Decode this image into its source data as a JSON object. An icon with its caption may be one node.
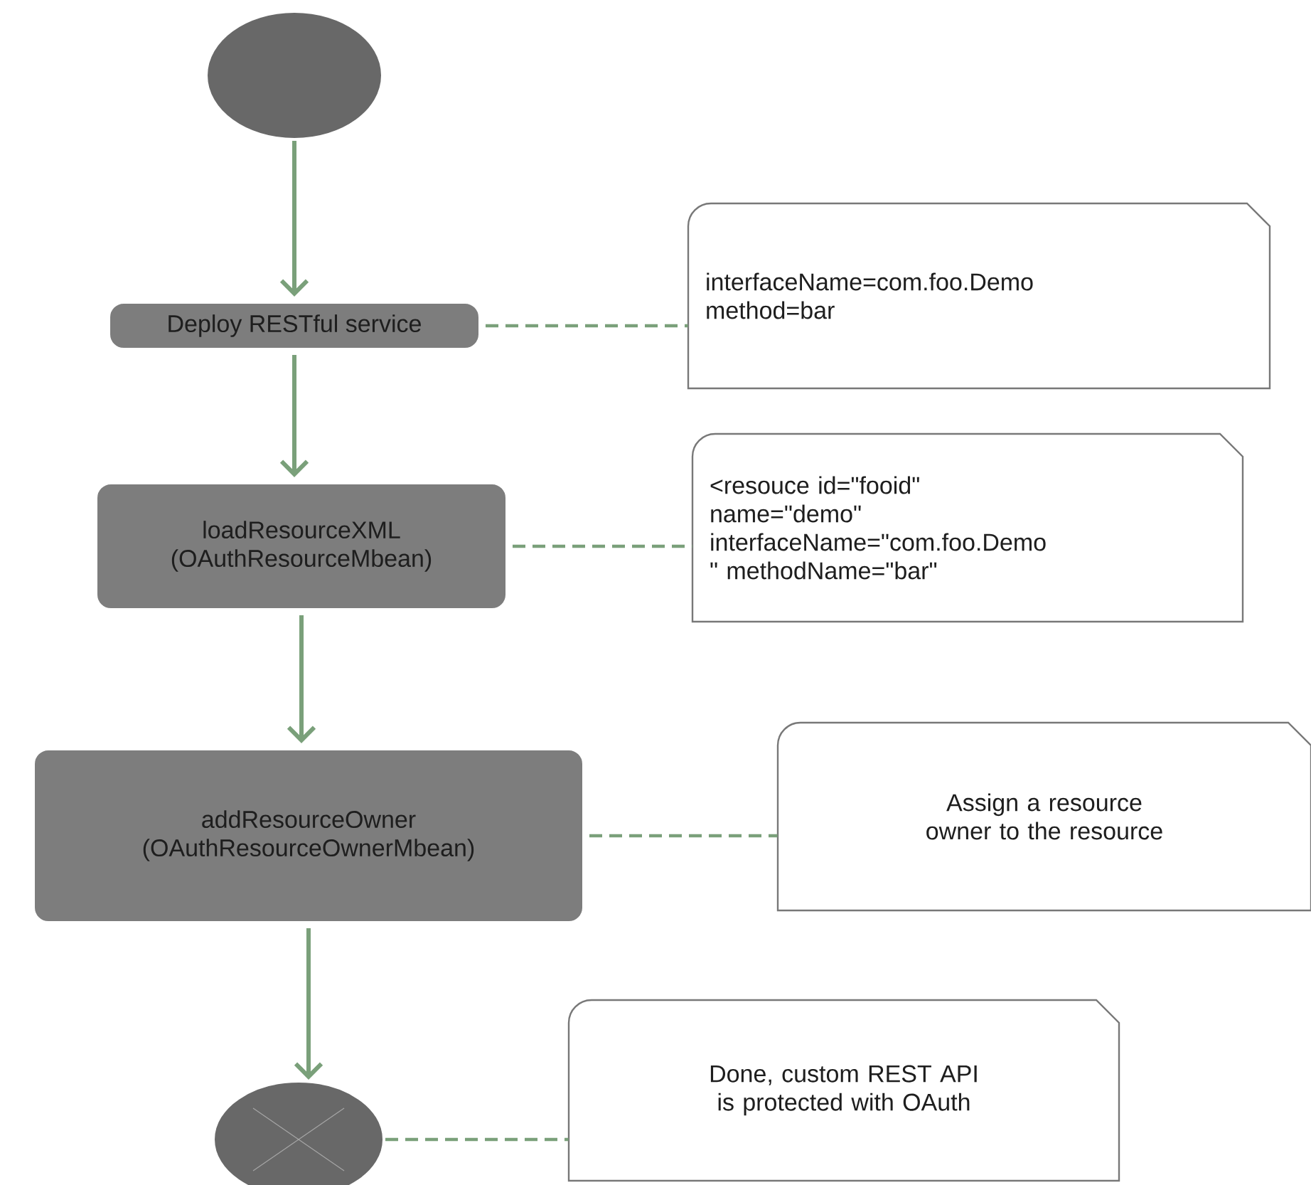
{
  "diagram": {
    "nodes": [
      {
        "text": [],
        "shape": "circle"
      },
      {
        "text": [
          "Deploy RESTful service"
        ]
      },
      {
        "text": [
          "loadResourceXML (OAuthResourceMbean)"
        ]
      },
      {
        "text": [
          "addResourceOwner (OAuthResourceOwnerMbean)"
        ]
      },
      {
        "text": [],
        "shape": "circle"
      },
      {
        "text": [
          "interfaceName=com.foo.Demo method=bar"
        ]
      },
      {
        "text": [
          "<resouce id=\"fooid\" name=\"demo\" interfaceName=\"com.foo.Demo \" methodName=\"bar\""
        ]
      },
      {
        "text": [
          "Assign a resource owner to the resource"
        ]
      },
      {
        "text": [
          "Done, custom REST API is protected with OAuth"
        ]
      }
    ],
    "edges": [
      {
        "from": 0,
        "to": 1,
        "arrow": "to"
      },
      {
        "from": 1,
        "to": 2,
        "arrow": "to"
      },
      {
        "from": 2,
        "to": 3,
        "arrow": "to"
      },
      {
        "from": 3,
        "to": 4,
        "arrow": "to"
      },
      {
        "from": 1,
        "to": 5,
        "arrow": "none",
        "style": "dashed"
      },
      {
        "from": 2,
        "to": 6,
        "arrow": "none",
        "style": "dashed"
      },
      {
        "from": 3,
        "to": 7,
        "arrow": "none",
        "style": "dashed"
      },
      {
        "from": 4,
        "to": 8,
        "arrow": "none",
        "style": "dashed"
      }
    ]
  }
}
